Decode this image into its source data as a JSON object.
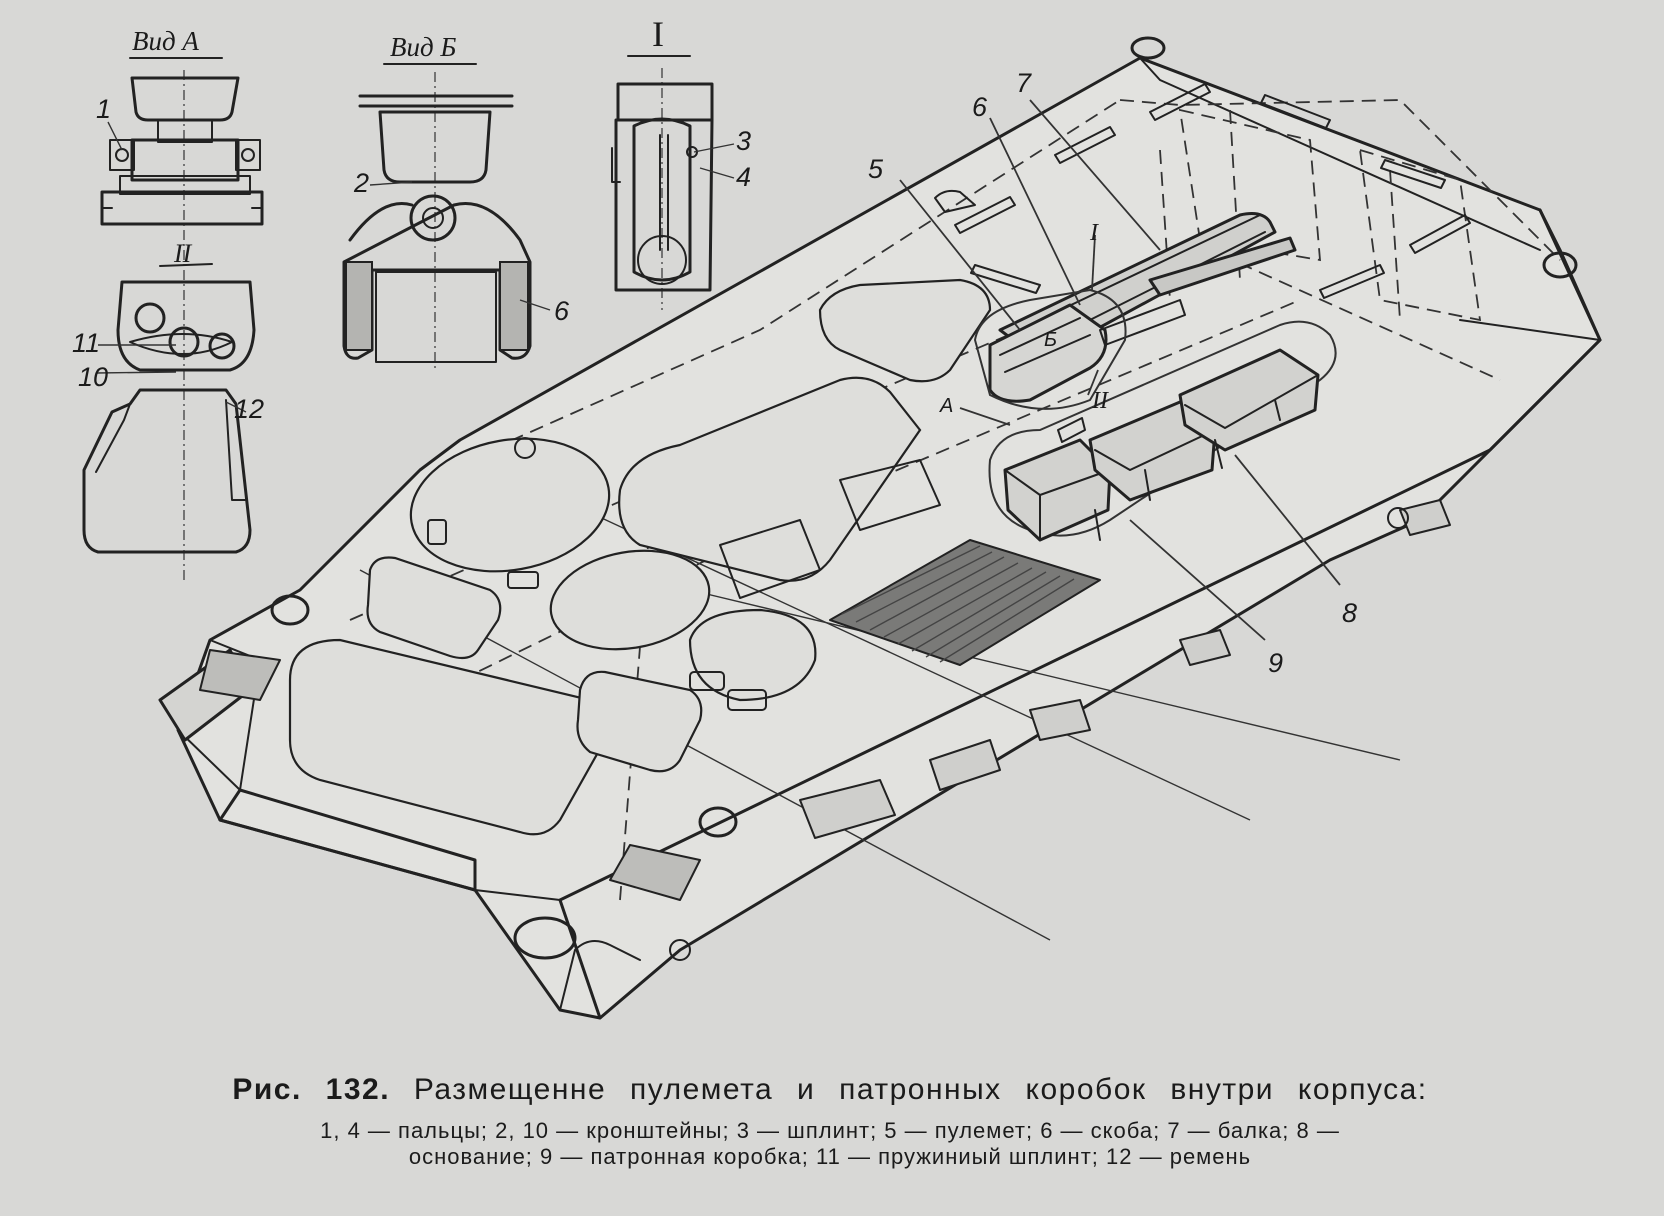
{
  "views": {
    "view_a": "Вид А",
    "view_b": "Вид Б",
    "view_i": "I",
    "view_ii": "II"
  },
  "labels": {
    "n1": "1",
    "n2": "2",
    "n3": "3",
    "n4": "4",
    "n5": "5",
    "n6_detail": "6",
    "n6": "6",
    "n7": "7",
    "n8": "8",
    "n9": "9",
    "n10": "10",
    "n11": "11",
    "n12": "12",
    "mark_a": "А",
    "mark_b": "Б",
    "mark_i": "I",
    "mark_ii": "II"
  },
  "caption": {
    "prefix": "Рис.",
    "number": "132.",
    "title": "Размещенне пулемета и патронных коробок внутри корпуса:",
    "legend": "1, 4 — пальцы; 2, 10 — кронштейны; 3 — шплинт; 5 — пулемет; 6 — скоба; 7 — балка; 8 — основание; 9 — патронная коробка; 11 — пружиниый шплинт; 12 — ремень"
  }
}
